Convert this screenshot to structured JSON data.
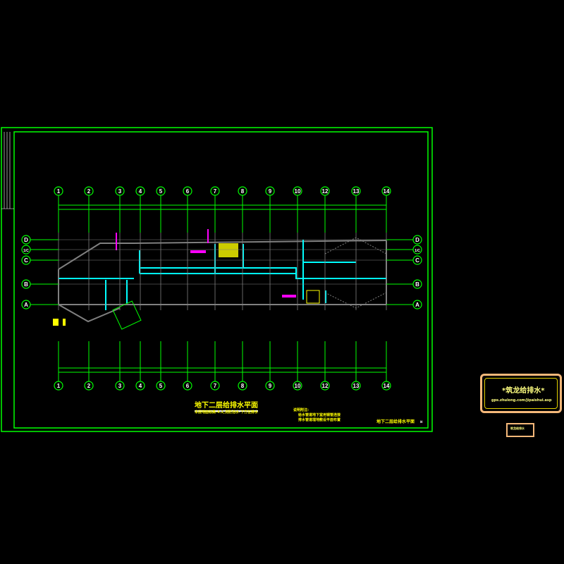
{
  "drawing": {
    "title": "地下二层给排水平面",
    "subtitle": "本层地面标高-4.2,消防池水-下方在排水",
    "notes_heading": "说明附注:",
    "notes": [
      "给水管道地下室用钢管连接",
      "排水管道埋地敷设平面布置"
    ],
    "title_block_name": "地下二层给排水平面",
    "sheet_no": "H"
  },
  "grid": {
    "columns": [
      "1",
      "2",
      "3",
      "4",
      "5",
      "6",
      "7",
      "8",
      "9",
      "10",
      "12",
      "13",
      "14"
    ],
    "rows": [
      "D",
      "1/C",
      "C",
      "B",
      "A"
    ]
  },
  "watermark": {
    "title": "*筑龙给排水*",
    "url": "gps.zhulong.com/jipaishui.asp",
    "small": "筑龙给排水"
  },
  "colors": {
    "frame": "#00ff00",
    "wall": "#808080",
    "pipe": "#00ffff",
    "tag": "#ff00ff",
    "text": "#ffff00"
  }
}
